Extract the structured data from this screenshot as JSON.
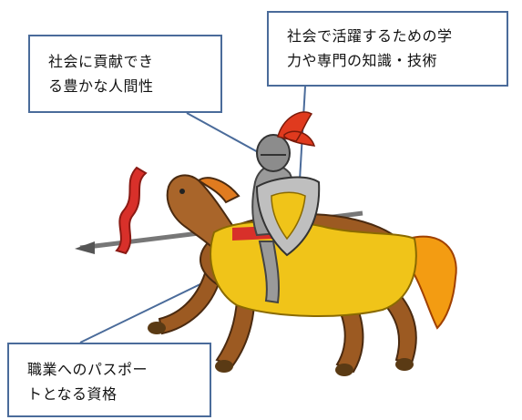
{
  "callouts": {
    "left": {
      "line1": "社会に貢献でき",
      "line2": "る豊かな人間性"
    },
    "right": {
      "line1": "社会で活躍するための学",
      "line2": "力や専門の知識・技術"
    },
    "bottom": {
      "line1": "職業へのパスポー",
      "line2": "トとなる資格"
    }
  },
  "colors": {
    "callout_border": "#4a6b9a",
    "horse": "#9c5a22",
    "caparison": "#f0c419",
    "armor": "#9a9a9a",
    "plume": "#e03a1e",
    "ribbon": "#d8302a"
  },
  "illustration": "knight-on-horse-icon"
}
